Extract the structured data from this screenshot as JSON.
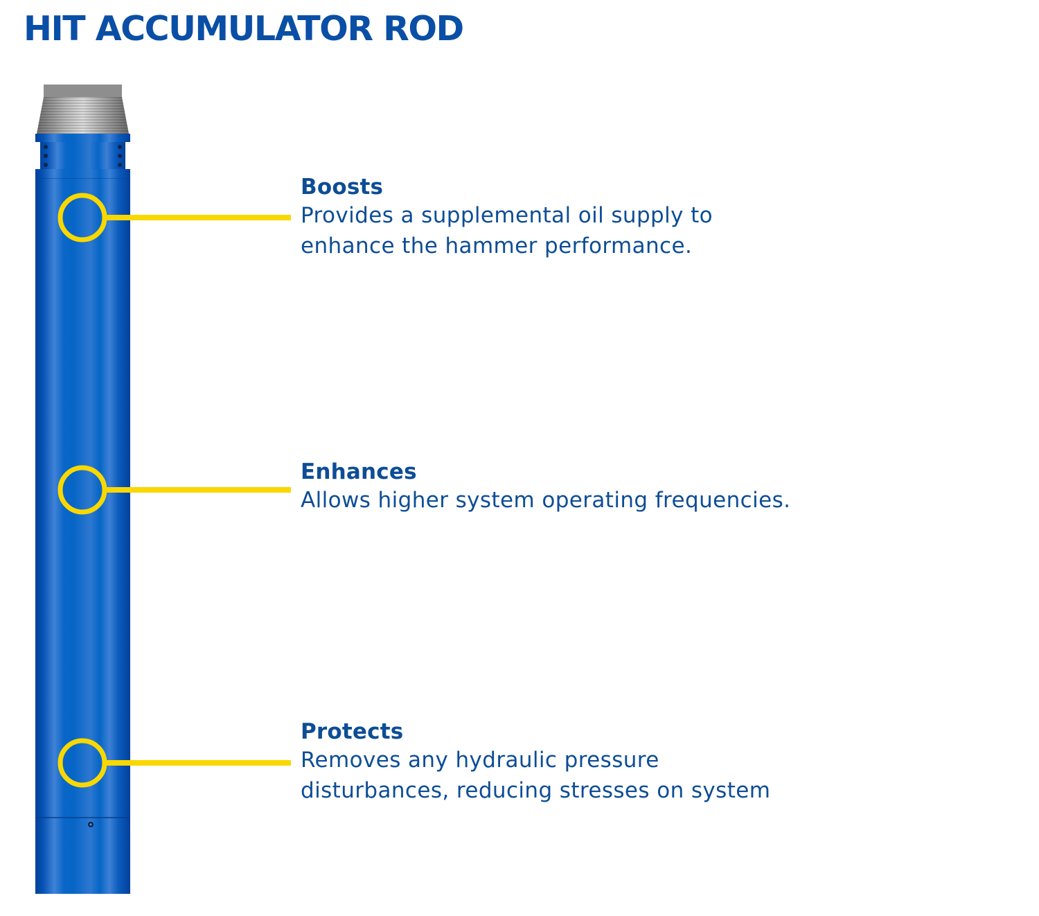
{
  "title": "HIT ACCUMULATOR ROD",
  "colors": {
    "title": "#0a4fa6",
    "text": "#0d4d96",
    "rod_blue": "#0565c6",
    "rod_dark": "#0447a3",
    "rod_light": "#3d80d5",
    "thread_grey": "#9a9a9a",
    "marker_yellow": "#f9d800"
  },
  "callouts": [
    {
      "heading": "Boosts",
      "description": "Provides a supplemental oil supply to\nenhance the hammer performance."
    },
    {
      "heading": "Enhances",
      "description": "Allows higher system operating frequencies."
    },
    {
      "heading": "Protects",
      "description": "Removes any hydraulic pressure\ndisturbances, reducing stresses on system"
    }
  ]
}
